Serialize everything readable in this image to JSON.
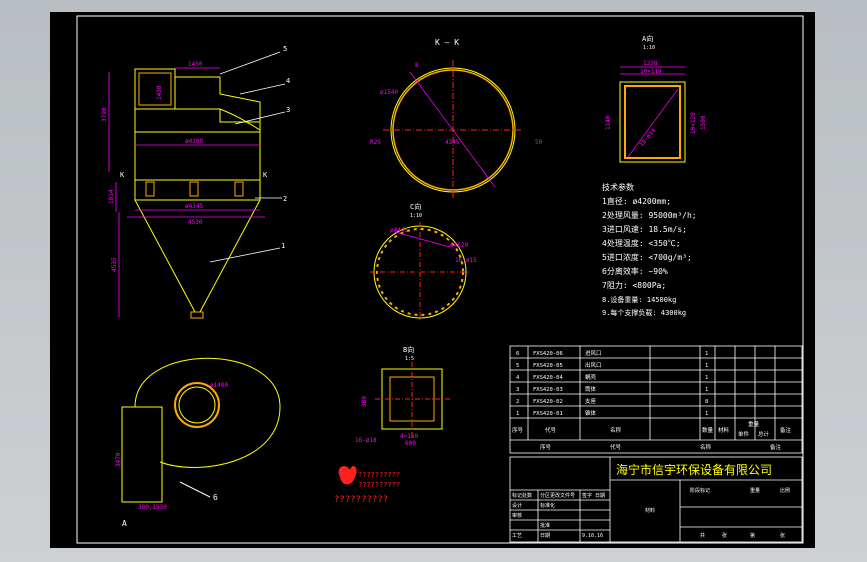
{
  "background_color": "#000000",
  "line_colors": {
    "yellow": "#ffff00",
    "magenta": "#ff00ff",
    "white": "#ffffff",
    "orange": "#ffaa00",
    "red": "#ff2020"
  },
  "cyclone": {
    "dim_top_width": "1450",
    "dim_diameter": "ø4200",
    "dim_ring_diameter": "ø4345",
    "dim_base_width": "4530",
    "dim_height_upper": "3798",
    "dim_height_mid": "1814",
    "dim_height_lower": "4535",
    "side_1430": "1430",
    "callouts": [
      "5",
      "4",
      "3",
      "2",
      "1"
    ],
    "section_marks": [
      "K",
      "K"
    ]
  },
  "plan": {
    "dim_inlet_diameter": "ø1400",
    "dim_height": "3470",
    "dim_bottom": "380,1530",
    "view_mark": "A",
    "callout": "6"
  },
  "section_kk": {
    "title": "K — K",
    "dim_left": "R25",
    "dim_right": "50",
    "dim_center": "4345",
    "dim_top_left": "8",
    "dim_diag": "ø1540"
  },
  "view_c": {
    "title": "C向",
    "scale": "1:10",
    "dim1": "ø4445",
    "dim2": "ø4520",
    "dim3": "16-ø15"
  },
  "view_b": {
    "title": "B向",
    "scale": "1:5",
    "dim_width": "4×150",
    "dim_total": "600",
    "dim_side": "380",
    "dim_holes": "16-ø18"
  },
  "view_a": {
    "title": "A向",
    "scale": "1:10",
    "dim_outer": "1238",
    "dim_inner": "10×119",
    "dim_left": "1140",
    "dim_right1": "10×120",
    "dim_right2": "1500",
    "dim_diag": "18-ø14"
  },
  "tech": {
    "title": "技术参数",
    "lines": [
      "1直径:  ø4200mm;",
      "2处理风量:  95000m³/h;",
      "3进口风速:  18.5m/s;",
      "4处理温度:  <350℃;",
      "5进口浓度:  <700g/m³;",
      "6分离效率:  ~90%",
      "7阻力:  <800Pa;",
      "8.设备重量: 14500kg",
      "9.每个支撑负载: 4300kg"
    ]
  },
  "bom": {
    "rows": [
      {
        "no": "6",
        "code": "FXS420-06",
        "name": "进风口",
        "qty": "1"
      },
      {
        "no": "5",
        "code": "FXS420-05",
        "name": "出风口",
        "qty": "1"
      },
      {
        "no": "4",
        "code": "FXS420-04",
        "name": "蜗壳",
        "qty": "1"
      },
      {
        "no": "3",
        "code": "FXS420-03",
        "name": "筒体",
        "qty": "1"
      },
      {
        "no": "2",
        "code": "FXS420-02",
        "name": "支座",
        "qty": "8"
      },
      {
        "no": "1",
        "code": "FXS420-01",
        "name": "锥体",
        "qty": "1"
      }
    ],
    "header": [
      "序号",
      "代号",
      "名称",
      "数量",
      "材料",
      "单件",
      "总计",
      "备注"
    ],
    "header_mid": [
      "重量"
    ]
  },
  "title_block": {
    "company": "海宁市信宇环保设备有限公司",
    "logo_text": "??????????",
    "logo_sub": "??????????",
    "rows_left": [
      "标记处数",
      "分区更改文件号",
      "签字",
      "日期"
    ],
    "labels": [
      "设计",
      "标准化",
      "审核",
      "工艺",
      "批准",
      "日期"
    ],
    "date_value": "9.10.16",
    "material_label": "材料",
    "stage_labels": [
      "阶段标记",
      "重量",
      "比例"
    ],
    "sheet_labels": [
      "共",
      "张",
      "第",
      "张"
    ]
  }
}
